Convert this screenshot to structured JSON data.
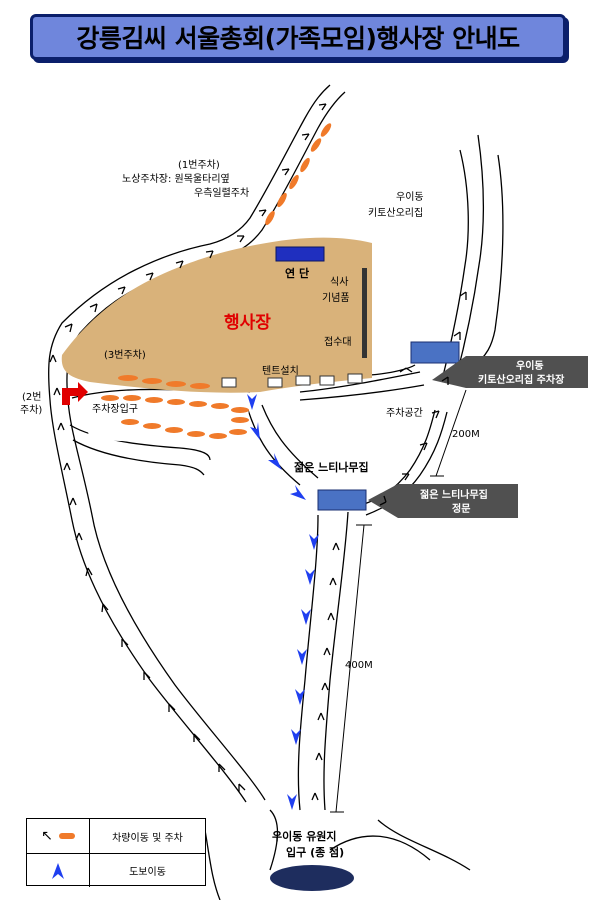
{
  "title": "강릉김씨 서울총회(가족모임)행사장 안내도",
  "map": {
    "event_site": "행사장",
    "stage": "연 단",
    "meal_label_1": "식사",
    "meal_label_2": "기념품",
    "reception": "접수대",
    "tent": "텐트설치",
    "parking3": "(3번주차)",
    "parking_entrance": "주차장입구",
    "parking2_line1": "(2번",
    "parking2_line2": "주차)",
    "parking1_line1": "(1번주차)",
    "parking1_line2": "노상주차장:  원목울타리옆",
    "parking1_line3": "우측일렬주차",
    "uidong_line1": "우이동",
    "uidong_line2": "키토산오리집",
    "kitosan_sign_line1": "우이동",
    "kitosan_sign_line2": "키토산오리집  주차장",
    "parking_lot_small": "주차공간",
    "dist_200": "200M",
    "dist_400": "400M",
    "young_tree": "젊은  느티나무집",
    "young_tree_sign_line1": "젊은  느티나무집",
    "young_tree_sign_line2": "정문",
    "resort_line1": "우이동  유원지",
    "resort_line2": "입구 (종 점)"
  },
  "legend": {
    "vehicle": "차량이동  및  주차",
    "walk": "도보이동"
  },
  "colors": {
    "banner": "#6f86dc",
    "banner_border": "#0b1f6b",
    "site_fill": "#d9b27a",
    "car": "#f07a2a",
    "walk_arrow": "#1f3ff0",
    "building": "#4a72c4",
    "sign": "#505050",
    "red_arrow": "#e00000"
  }
}
